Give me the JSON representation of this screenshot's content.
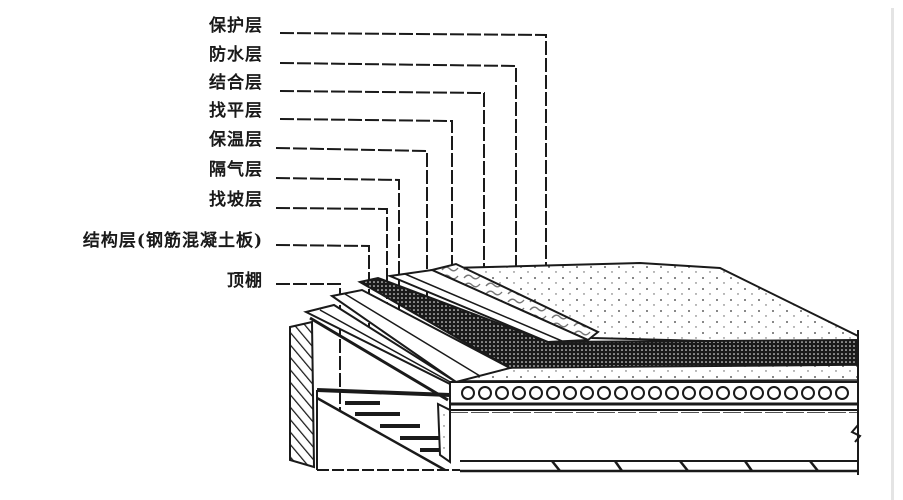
{
  "diagram": {
    "title": "",
    "subject": "flat-roof-layer-section",
    "labels": [
      {
        "id": "protective",
        "text": "保护层"
      },
      {
        "id": "waterproof",
        "text": "防水层"
      },
      {
        "id": "bonding",
        "text": "结合层"
      },
      {
        "id": "leveling",
        "text": "找平层"
      },
      {
        "id": "insulation",
        "text": "保温层"
      },
      {
        "id": "vapor-barrier",
        "text": "隔气层"
      },
      {
        "id": "slope",
        "text": "找坡层"
      },
      {
        "id": "structural",
        "text": "结构层(钢筋混凝土板)"
      },
      {
        "id": "ceiling",
        "text": "顶棚"
      }
    ],
    "colors": {
      "ink": "#1a1a1a",
      "paper": "#ffffff",
      "border": "#e4e4e4"
    }
  }
}
